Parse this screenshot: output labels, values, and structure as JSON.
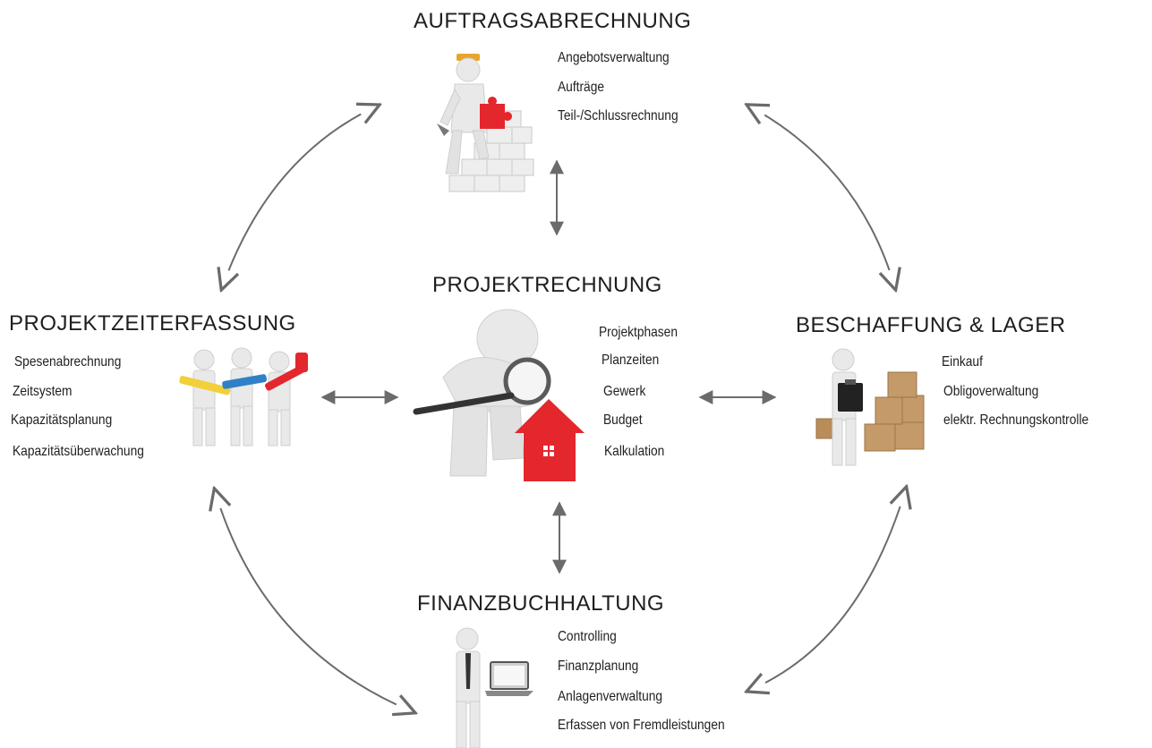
{
  "colors": {
    "arrow": "#6b6b6b",
    "figure": "#e9e9e9",
    "figure_shadow": "#c9c9c9",
    "accent_red": "#e3272d",
    "accent_yellow": "#f2d03a",
    "accent_blue": "#2f80c8",
    "box_brown": "#b98c5a"
  },
  "nodes": {
    "auftrag": {
      "title": "AUFTRAGSABRECHNUNG",
      "items": [
        "Angebotsverwaltung",
        "Aufträge",
        "Teil-/Schlussrechnung"
      ]
    },
    "projekt": {
      "title": "PROJEKTRECHNUNG",
      "items": [
        "Projektphasen",
        "Planzeiten",
        "Gewerk",
        "Budget",
        "Kalkulation"
      ]
    },
    "zeit": {
      "title": "PROJEKTZEITERFASSUNG",
      "items": [
        "Spesenabrechnung",
        "Zeitsystem",
        "Kapazitätsplanung",
        "Kapazitätsüberwachung"
      ]
    },
    "beschaffung": {
      "title": "BESCHAFFUNG & LAGER",
      "items": [
        "Einkauf",
        "Obligoverwaltung",
        "elektr. Rechnungskontrolle"
      ]
    },
    "finanz": {
      "title": "FINANZBUCHHALTUNG",
      "items": [
        "Controlling",
        "Finanzplanung",
        "Anlagenverwaltung",
        "Erfassen von Fremdleistungen"
      ]
    }
  },
  "illustrations": {
    "auftrag": "figure-building-puzzle-wall",
    "projekt": "figure-magnifier-house",
    "zeit": "figures-with-tools",
    "beschaffung": "figure-clipboard-boxes",
    "finanz": "figure-laptop"
  }
}
